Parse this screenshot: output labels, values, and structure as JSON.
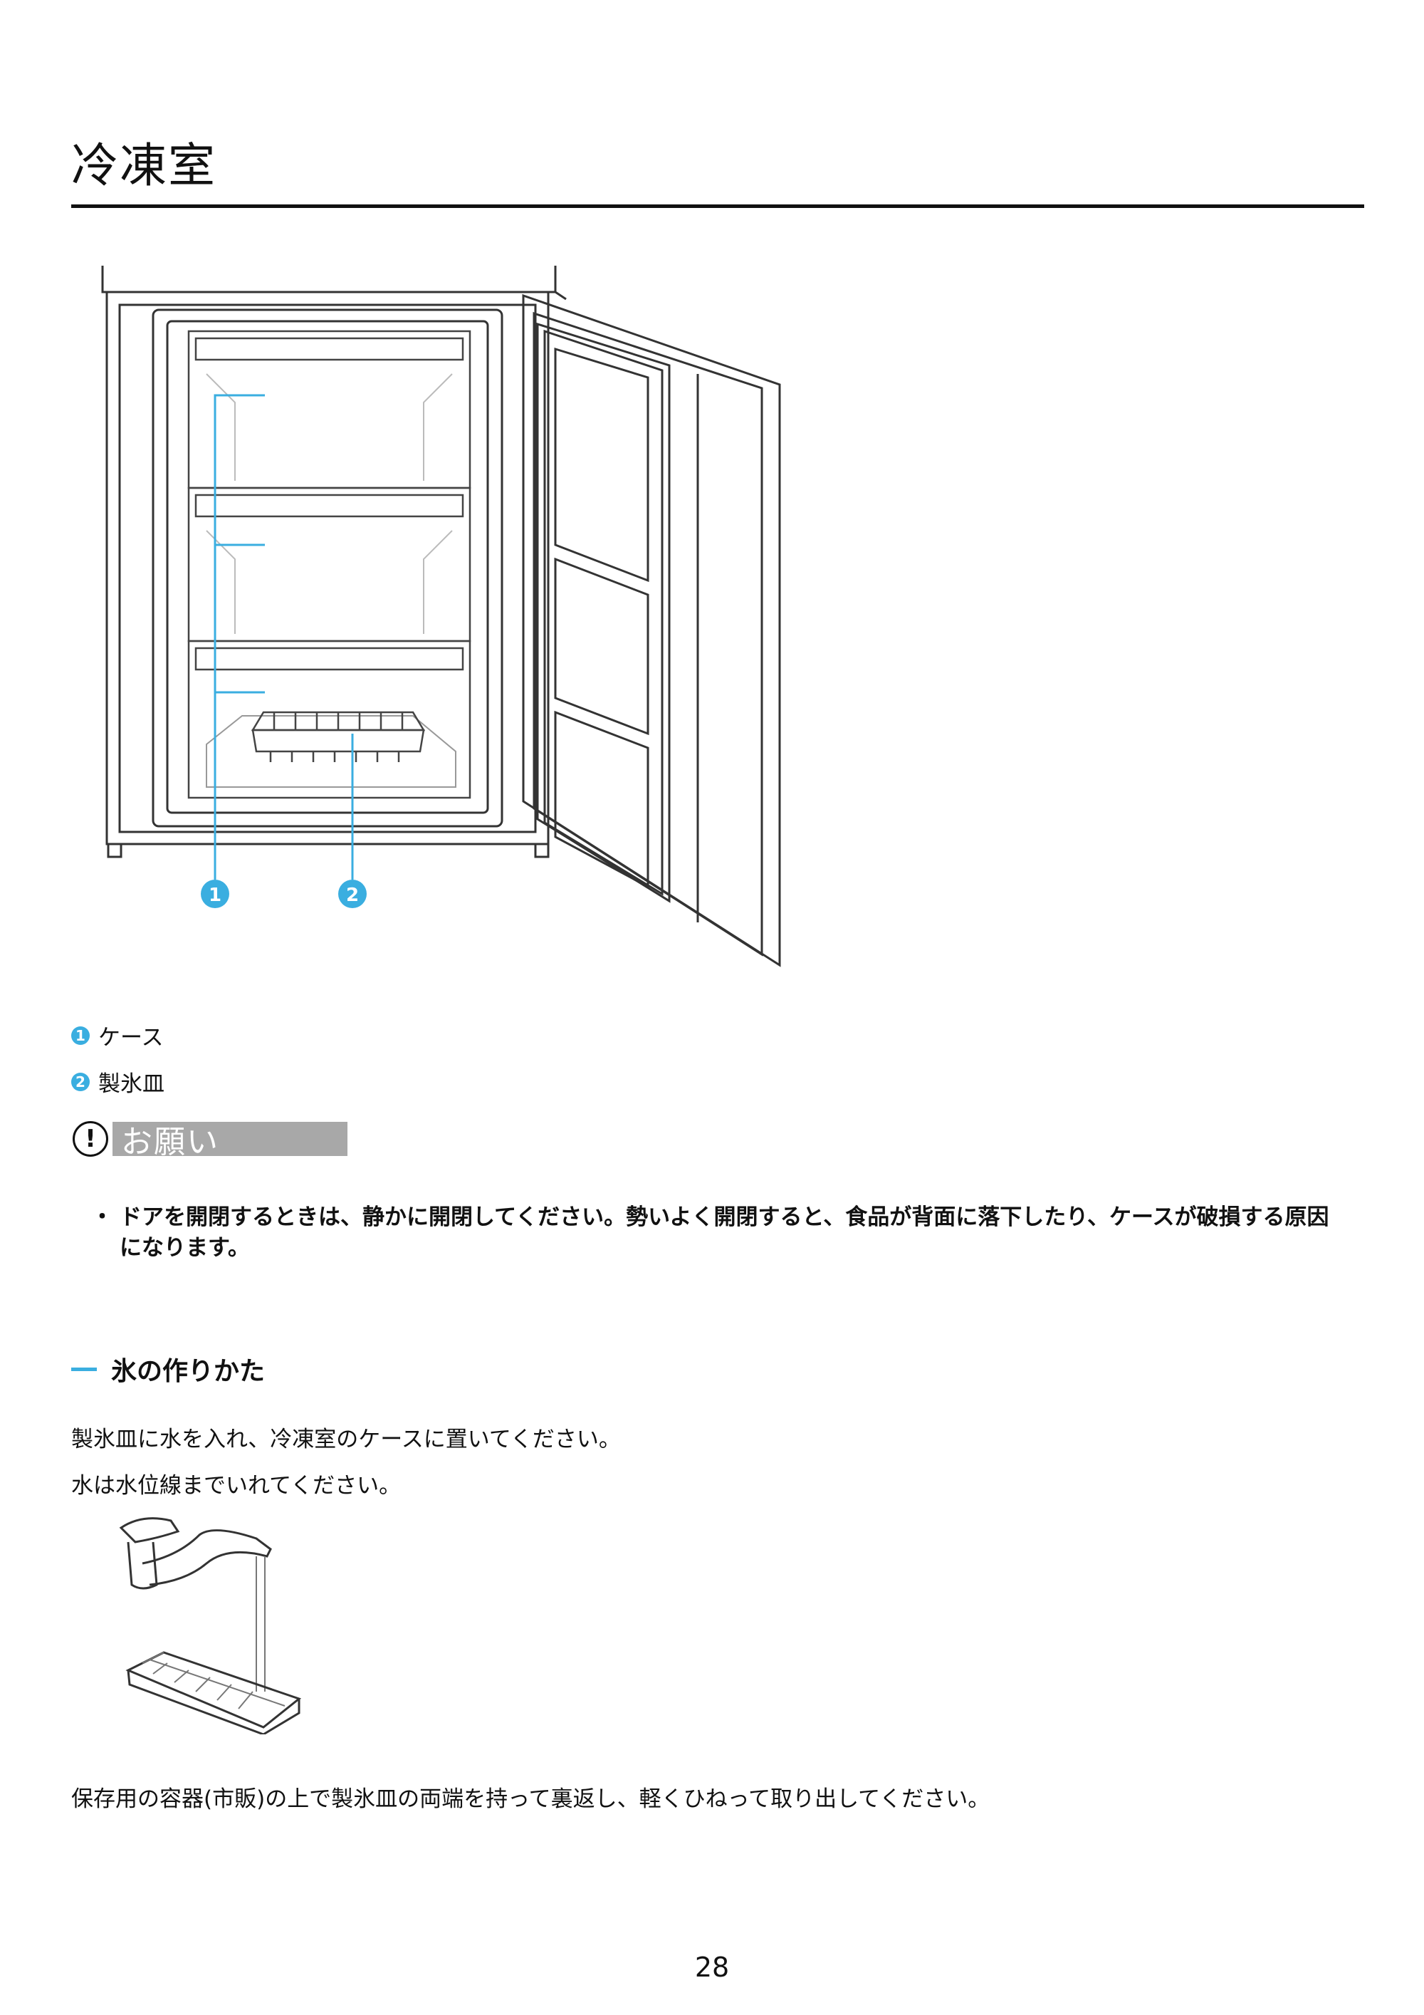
{
  "title": "冷凍室",
  "figure": {
    "callouts": [
      {
        "number": "1",
        "label": "ケース"
      },
      {
        "number": "2",
        "label": "製氷皿"
      }
    ],
    "accent_color": "#3aaee0",
    "icons": [
      "freezer-open-illustration",
      "ice-tray-under-faucet-illustration"
    ]
  },
  "notice": {
    "icon": "exclamation-icon",
    "label": "お願い",
    "items": [
      "ドアを開閉するときは、静かに開閉してください。勢いよく開閉すると、食品が背面に落下したり、ケースが破損する原因になります。"
    ]
  },
  "section": {
    "heading": "氷の作りかた",
    "paragraphs": [
      "製氷皿に水を入れ、冷凍室のケースに置いてください。",
      "水は水位線までいれてください。",
      "保存用の容器(市販)の上で製氷皿の両端を持って裏返し、軽くひねって取り出してください。"
    ]
  },
  "page_number": "28"
}
